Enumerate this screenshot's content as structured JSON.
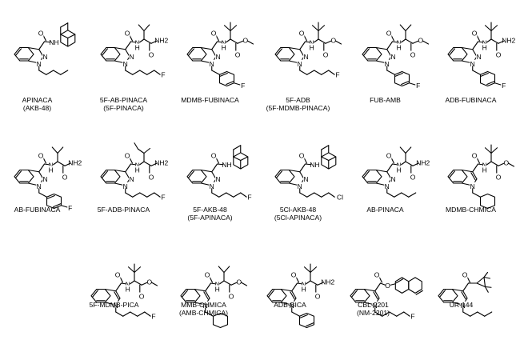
{
  "compounds": [
    {
      "id": "c01",
      "scaffold": "indazole",
      "amide": "adamantyl",
      "tail": "pentyl",
      "cap1": "APINACA",
      "cap2": "(AKB-48)"
    },
    {
      "id": "c02",
      "scaffold": "indazole",
      "amide": "valinamide",
      "tail": "fluoropentyl",
      "cap1": "5F-AB-PINACA",
      "cap2": "(5F-PINACA)"
    },
    {
      "id": "c03",
      "scaffold": "indazole",
      "amide": "tleu_ester",
      "tail": "fluorobenzyl",
      "cap1": "MDMB-FUBINACA",
      "cap2": ""
    },
    {
      "id": "c04",
      "scaffold": "indazole",
      "amide": "tleu_ester",
      "tail": "fluoropentyl",
      "cap1": "5F-ADB",
      "cap2": "(5F-MDMB-PINACA)"
    },
    {
      "id": "c05",
      "scaffold": "indazole",
      "amide": "val_ester",
      "tail": "fluorobenzyl",
      "cap1": "FUB-AMB",
      "cap2": ""
    },
    {
      "id": "c06",
      "scaffold": "indazole",
      "amide": "tleu_amide",
      "tail": "fluorobenzyl",
      "cap1": "ADB-FUBINACA",
      "cap2": ""
    },
    {
      "id": "c07",
      "scaffold": "indazole",
      "amide": "valinamide",
      "tail": "fluorobenzyl",
      "cap1": "AB-FUBINACA",
      "cap2": ""
    },
    {
      "id": "c08",
      "scaffold": "indazole",
      "amide": "ile_amide",
      "tail": "fluoropentyl",
      "cap1": "5F-ADB-PINACA",
      "cap2": ""
    },
    {
      "id": "c09",
      "scaffold": "indazole",
      "amide": "adamantyl",
      "tail": "fluoropentyl",
      "cap1": "5F-AKB-48",
      "cap2": "(5F-APINACA)"
    },
    {
      "id": "c10",
      "scaffold": "indazole",
      "amide": "adamantyl",
      "tail": "chloropentyl",
      "cap1": "5Cl-AKB-48",
      "cap2": "(5Cl-APINACA)"
    },
    {
      "id": "c11",
      "scaffold": "indazole",
      "amide": "valinamide",
      "tail": "pentyl",
      "cap1": "AB-PINACA",
      "cap2": ""
    },
    {
      "id": "c12",
      "scaffold": "indole",
      "amide": "tleu_ester",
      "tail": "cyclohexylmethyl",
      "cap1": "MDMB-CHMICA",
      "cap2": ""
    },
    {
      "id": "c13",
      "scaffold": "indole",
      "amide": "tleu_ester",
      "tail": "fluoropentyl",
      "cap1": "5F-MDMB-PICA",
      "cap2": ""
    },
    {
      "id": "c14",
      "scaffold": "indole",
      "amide": "val_ester",
      "tail": "cyclohexylmethyl",
      "cap1": "MMB-CHMICA",
      "cap2": "(AMB-CHMICA)"
    },
    {
      "id": "c15",
      "scaffold": "indole",
      "amide": "tleu_amide",
      "tail": "benzyl",
      "cap1": "ADB-BICA",
      "cap2": ""
    },
    {
      "id": "c16",
      "scaffold": "indole",
      "amide": "naphthyl_ester",
      "tail": "fluoropentyl",
      "cap1": "CBL-2201",
      "cap2": "(NM-2201)"
    },
    {
      "id": "c17",
      "scaffold": "indole",
      "amide": "tmcp_ketone",
      "tail": "pentyl",
      "cap1": "UR-144",
      "cap2": ""
    }
  ],
  "atoms": {
    "O": "O",
    "N": "N",
    "NH": "NH",
    "H": "H",
    "NH2": "NH2",
    "F": "F",
    "Cl": "Cl"
  }
}
